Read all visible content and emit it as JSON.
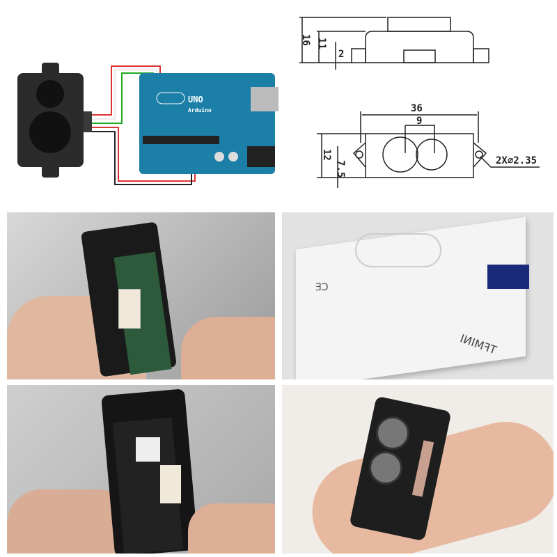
{
  "wiring": {
    "board_label": "UNO",
    "board_brand": "Arduino"
  },
  "dimensions": {
    "height_total": "16",
    "height_body": "11",
    "height_flange": "2",
    "width_total": "36",
    "lens_spacing": "9",
    "depth_total": "12",
    "hole_offset": "7.5",
    "hole_spec": "2X⌀2.35"
  },
  "box": {
    "product_name": "TFMINI",
    "ce_mark": "CE"
  },
  "colors": {
    "board": "#1b7fa8",
    "sensor": "#2b2b2b",
    "box_logo": "#1a2a7a"
  }
}
